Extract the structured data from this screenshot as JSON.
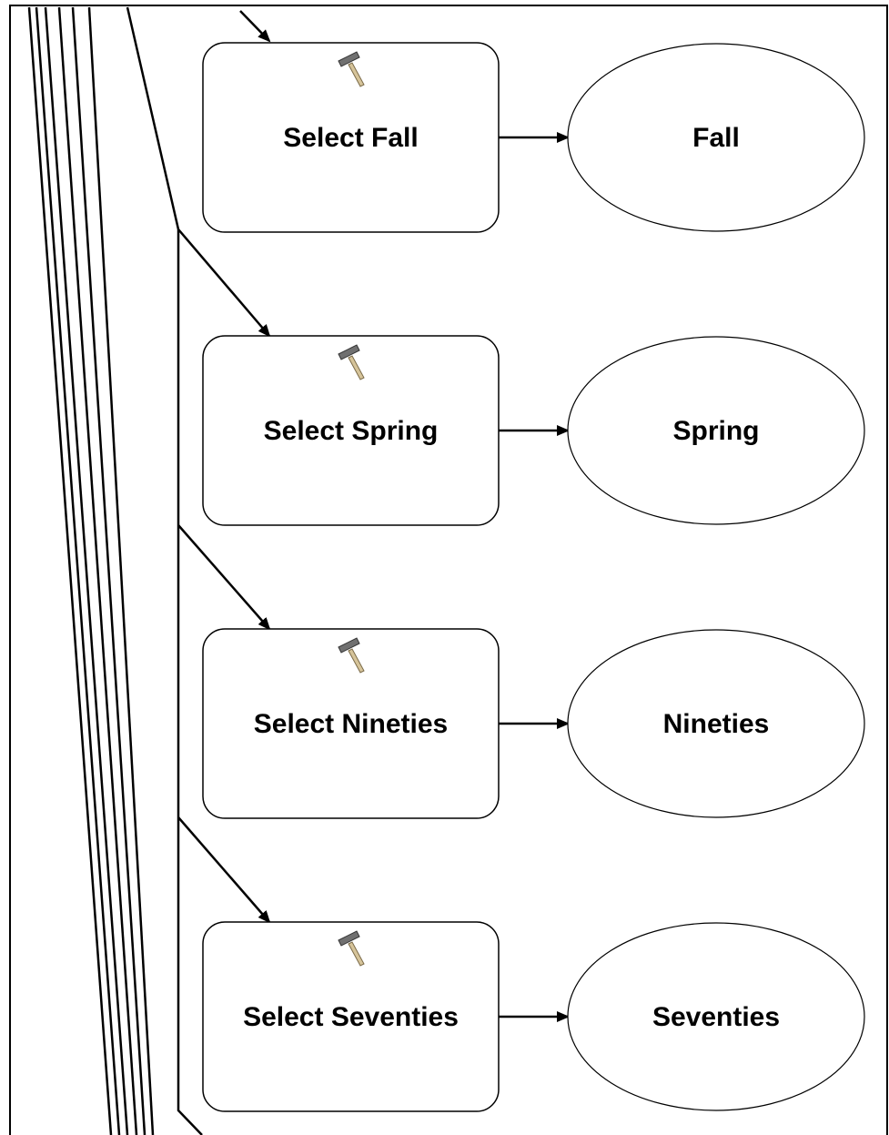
{
  "diagram": {
    "tools": [
      {
        "label": "Select Fall",
        "icon": "hammer-icon"
      },
      {
        "label": "Select Spring",
        "icon": "hammer-icon"
      },
      {
        "label": "Select Nineties",
        "icon": "hammer-icon"
      },
      {
        "label": "Select Seventies",
        "icon": "hammer-icon"
      }
    ],
    "outputs": [
      {
        "label": "Fall"
      },
      {
        "label": "Spring"
      },
      {
        "label": "Nineties"
      },
      {
        "label": "Seventies"
      }
    ],
    "colors": {
      "background": "#ffffff",
      "border": "#000000",
      "connector": "#000000",
      "hammer_head": "#6e6e6e",
      "hammer_handle": "#c8b48a"
    }
  }
}
